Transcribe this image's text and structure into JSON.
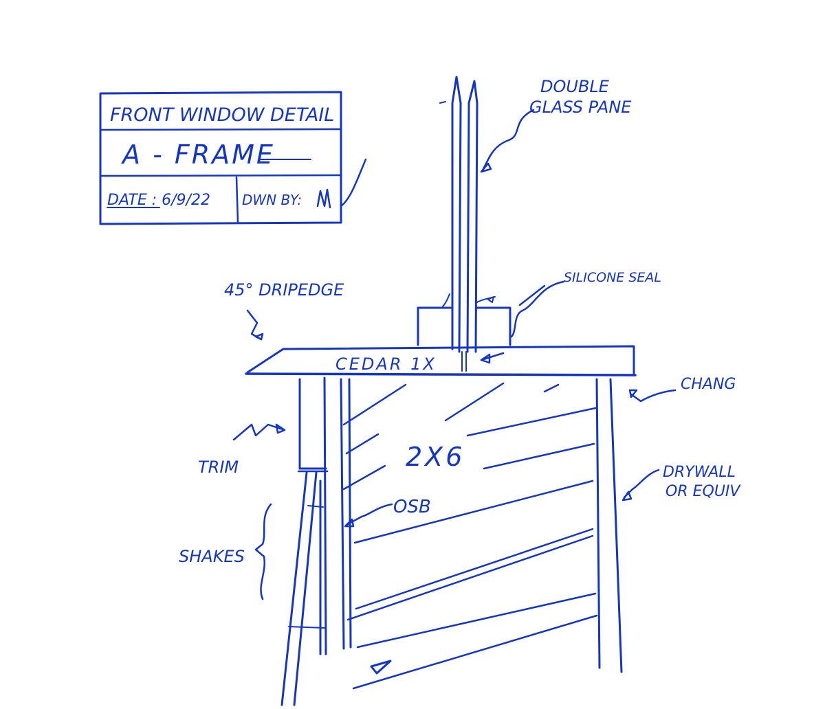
{
  "title_block": {
    "title": "FRONT WINDOW DETAIL",
    "subtitle": "A - FRAME",
    "date_label": "DATE : 6/9/22",
    "drawn_by_label": "DWN BY:"
  },
  "labels": {
    "glass": "DOUBLE GLASS PANE",
    "glass_line1": "DOUBLE",
    "glass_line2": "GLASS PANE",
    "silicone": "SILICONE SEAL",
    "drip_edge": "45° DRIPEDGE",
    "cedar": "CEDAR 1X",
    "chang": "CHANG",
    "stud": "2X6",
    "trim": "TRIM",
    "osb": "OSB",
    "drywall_line1": "DRYWALL",
    "drywall_line2": "OR EQUIV",
    "shakes": "SHAKES"
  },
  "colors": {
    "ink": "#1436c8",
    "paper": "#ffffff"
  }
}
